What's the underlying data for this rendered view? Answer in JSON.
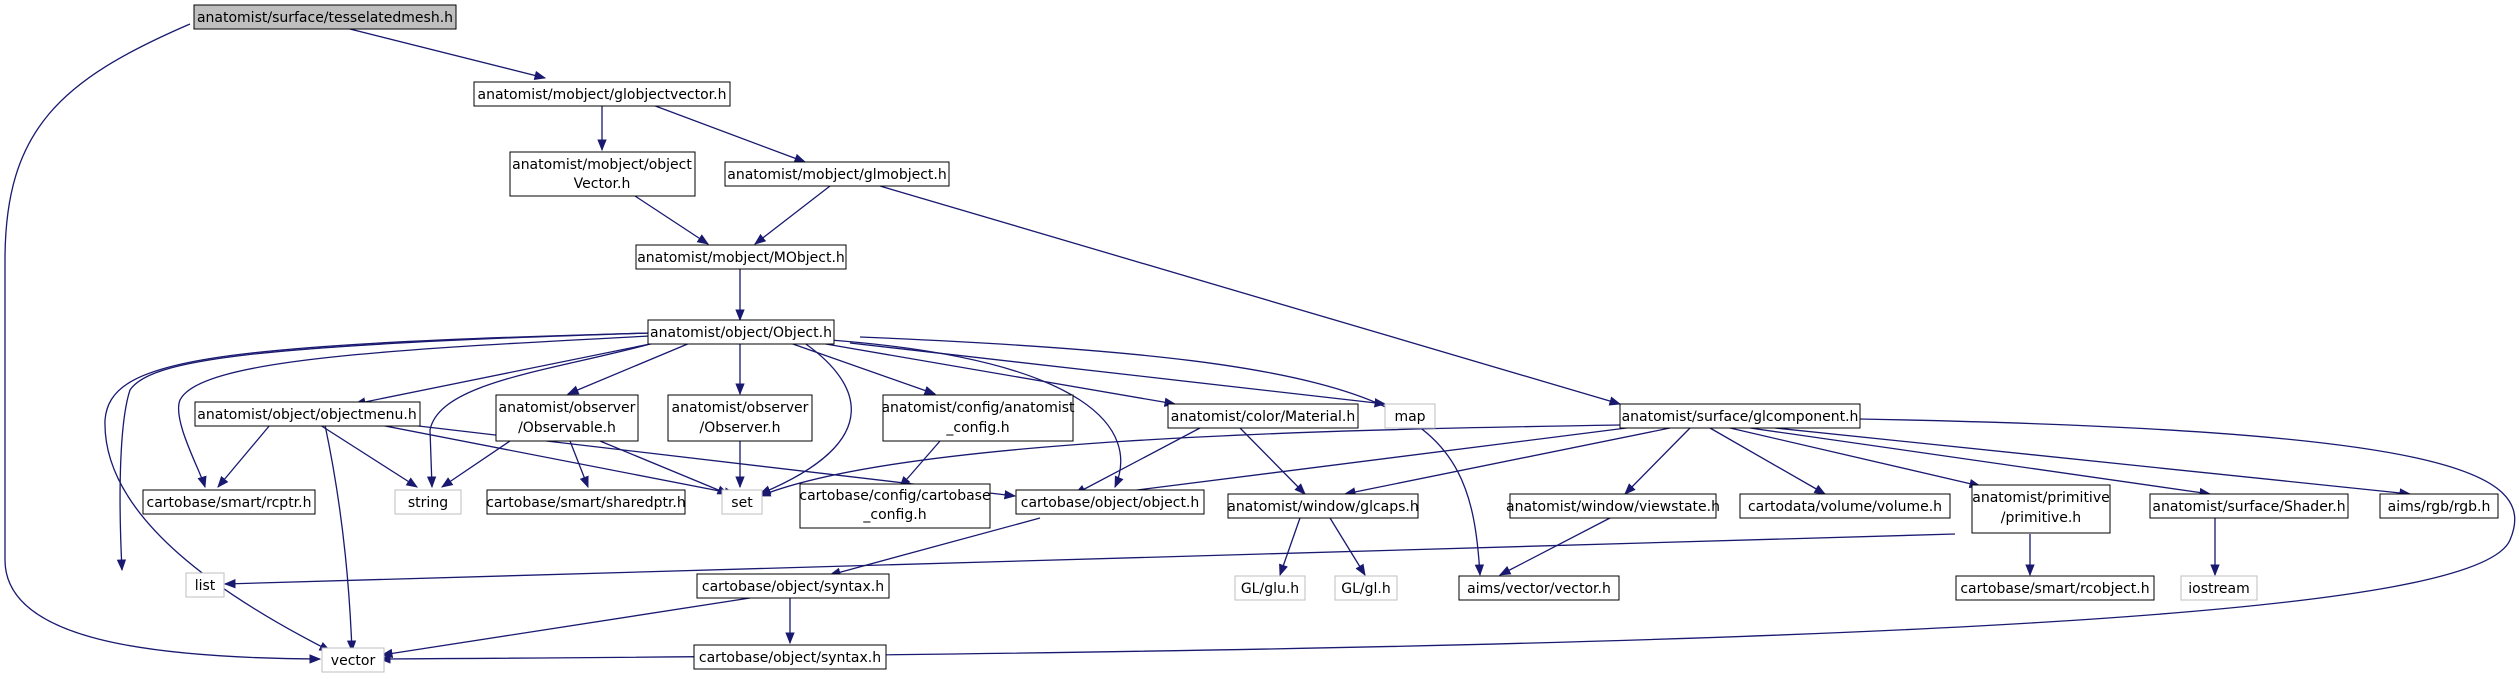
{
  "nodes": {
    "tesselatedmesh": "anatomist/surface/tesselatedmesh.h",
    "globjectvector": "anatomist/mobject/globjectvector.h",
    "objectvector_l1": "anatomist/mobject/object",
    "objectvector_l2": "Vector.h",
    "glmobject": "anatomist/mobject/glmobject.h",
    "mobject": "anatomist/mobject/MObject.h",
    "object": "anatomist/object/Object.h",
    "objectmenu": "anatomist/object/objectmenu.h",
    "observable_l1": "anatomist/observer",
    "observable_l2": "/Observable.h",
    "observer_l1": "anatomist/observer",
    "observer_l2": "/Observer.h",
    "anaconfig_l1": "anatomist/config/anatomist",
    "anaconfig_l2": "_config.h",
    "material": "anatomist/color/Material.h",
    "map": "map",
    "glcomponent": "anatomist/surface/glcomponent.h",
    "rcptr": "cartobase/smart/rcptr.h",
    "string": "string",
    "sharedptr": "cartobase/smart/sharedptr.h",
    "set": "set",
    "cbconfig_l1": "cartobase/config/cartobase",
    "cbconfig_l2": "_config.h",
    "cbobject": "cartobase/object/object.h",
    "glcaps": "anatomist/window/glcaps.h",
    "viewstate": "anatomist/window/viewstate.h",
    "volume": "cartodata/volume/volume.h",
    "primitive_l1": "anatomist/primitive",
    "primitive_l2": "/primitive.h",
    "shader": "anatomist/surface/Shader.h",
    "rgb": "aims/rgb/rgb.h",
    "list": "list",
    "syntax": "cartobase/object/syntax.h",
    "glu": "GL/glu.h",
    "gl": "GL/gl.h",
    "aimsvector": "aims/vector/vector.h",
    "rcobject": "cartobase/smart/rcobject.h",
    "iostream": "iostream",
    "vector": "vector",
    "syntax2": "cartobase/object/syntax.h"
  },
  "colors": {
    "edge": "#191970",
    "root_fill": "#bfbfbf",
    "node_border": "#000000",
    "external_border": "#bfbfbf"
  }
}
